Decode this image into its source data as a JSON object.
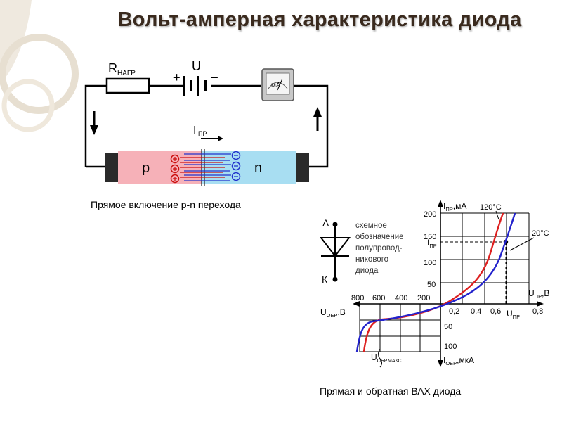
{
  "slide": {
    "title": "Вольт-амперная характеристика диода"
  },
  "circuit": {
    "caption": "Прямое включение p-n перехода",
    "resistor_label": "R",
    "resistor_sub": "НАГР",
    "source_label": "U",
    "battery_plus": "+",
    "battery_minus": "−",
    "meter_label": "мА",
    "current_label": "I",
    "current_sub": "ПР",
    "p_label": "p",
    "n_label": "n"
  },
  "symbol": {
    "anode": "А",
    "cathode": "К",
    "description": [
      "схемное",
      "обозначение",
      "полупровод-",
      "никового",
      "диода"
    ]
  },
  "vac": {
    "caption": "Прямая и обратная ВАХ диода",
    "i_forward_label": "I",
    "i_forward_sub": "ПР",
    "i_forward_unit": ",мА",
    "i_reverse_label": "I",
    "i_reverse_sub": "ОБР",
    "i_reverse_unit": ",мкА",
    "u_forward_label": "U",
    "u_forward_sub": "ПР",
    "u_forward_unit": ",В",
    "u_reverse_label": "U",
    "u_reverse_sub": "ОБР",
    "u_reverse_unit": ",В",
    "i_pr_marker": "I",
    "i_pr_marker_sub": "ПР",
    "u_pr_marker": "U",
    "u_pr_marker_sub": "ПР",
    "u_obr_max_label": "U",
    "u_obr_max_sub": "ОБР.МАКС",
    "temp_hot": "120°C",
    "temp_cold": "20°C",
    "y_ticks_forward": [
      "200",
      "150",
      "100",
      "50"
    ],
    "y_ticks_reverse": [
      "50",
      "100"
    ],
    "x_ticks_forward": [
      "0,2",
      "0,4",
      "0,6",
      "0,8"
    ],
    "x_ticks_reverse": [
      "800",
      "600",
      "400",
      "200"
    ],
    "colors": {
      "hot_curve": "#dd1f1f",
      "cold_curve": "#2222cc"
    }
  }
}
